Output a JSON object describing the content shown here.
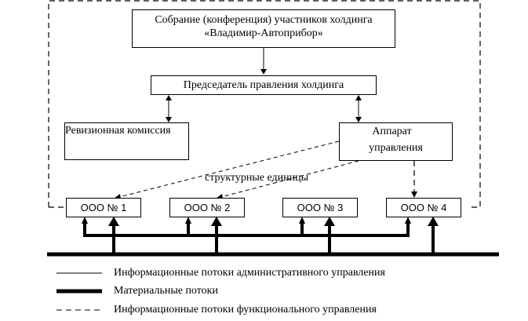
{
  "diagram": {
    "nodes": {
      "assembly": {
        "line1": "Собрание (конференция) участников холдинга",
        "line2": "«Владимир-Автоприбор»"
      },
      "chairman": {
        "label": "Председатель правления холдинга"
      },
      "audit": {
        "label": "Ревизионная комиссия"
      },
      "apparatus": {
        "line1": "Аппарат",
        "line2": "управления"
      },
      "subsidiaries": [
        {
          "label": "ООО № 1"
        },
        {
          "label": "ООО № 2"
        },
        {
          "label": "ООО № 3"
        },
        {
          "label": "ООО № 4"
        }
      ]
    },
    "annotation": "структурные единицы",
    "edges": [
      {
        "from": "assembly",
        "to": "chairman",
        "type": "administrative",
        "direction": "one-way"
      },
      {
        "from": "chairman",
        "to": "audit",
        "type": "administrative",
        "direction": "two-way"
      },
      {
        "from": "chairman",
        "to": "apparatus",
        "type": "administrative",
        "direction": "two-way"
      },
      {
        "from": "apparatus",
        "to": "ООО № 1",
        "type": "functional",
        "direction": "one-way"
      },
      {
        "from": "apparatus",
        "to": "ООО № 2",
        "type": "functional",
        "direction": "one-way"
      },
      {
        "from": "apparatus",
        "to": "ООО № 4",
        "type": "functional",
        "direction": "one-way"
      },
      {
        "from": "material-bus",
        "to": "ООО № 1..4",
        "type": "material",
        "direction": "one-way"
      }
    ]
  },
  "legend": [
    {
      "style": "solid-thin",
      "label": "Информационные потоки административного управления"
    },
    {
      "style": "solid-thick",
      "label": "Материальные потоки"
    },
    {
      "style": "dashed",
      "label": "Информационные потоки функционального управления"
    }
  ]
}
